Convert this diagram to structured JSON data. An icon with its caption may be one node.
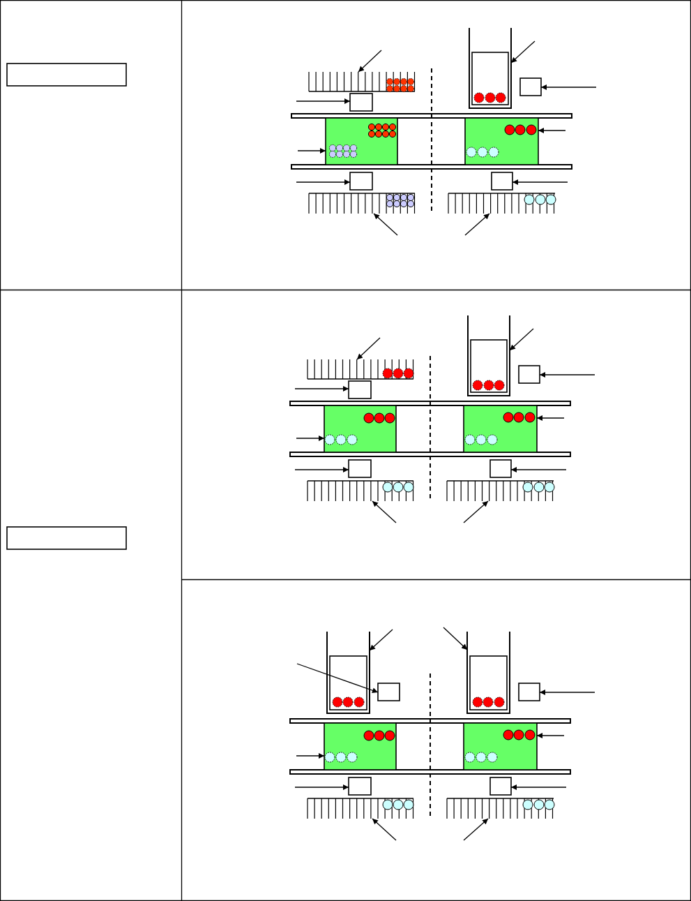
{
  "diagram": {
    "nodes": [
      {
        "text": [],
        "shape": "box"
      },
      {
        "text": [],
        "shape": "rack"
      },
      {
        "text": [],
        "shape": "box"
      },
      {
        "text": [],
        "shape": "container"
      },
      {
        "text": [],
        "shape": "box"
      },
      {
        "text": [],
        "shape": "box"
      },
      {
        "text": [],
        "shape": "box"
      },
      {
        "text": [],
        "shape": "box"
      },
      {
        "text": [],
        "shape": "box"
      },
      {
        "text": [],
        "shape": "rack"
      },
      {
        "text": [],
        "shape": "rack"
      },
      {
        "text": [],
        "shape": "rack"
      },
      {
        "text": [],
        "shape": "box"
      },
      {
        "text": [],
        "shape": "container"
      },
      {
        "text": [],
        "shape": "box"
      },
      {
        "text": [],
        "shape": "box"
      },
      {
        "text": [],
        "shape": "box"
      },
      {
        "text": [],
        "shape": "box"
      },
      {
        "text": [],
        "shape": "box"
      },
      {
        "text": [],
        "shape": "rack"
      },
      {
        "text": [],
        "shape": "rack"
      },
      {
        "text": [],
        "shape": "box"
      },
      {
        "text": [],
        "shape": "container"
      },
      {
        "text": [],
        "shape": "container"
      },
      {
        "text": [],
        "shape": "box"
      },
      {
        "text": [],
        "shape": "box"
      },
      {
        "text": [],
        "shape": "box"
      },
      {
        "text": [],
        "shape": "box"
      },
      {
        "text": [],
        "shape": "box"
      },
      {
        "text": [],
        "shape": "box"
      },
      {
        "text": [],
        "shape": "rack"
      },
      {
        "text": [],
        "shape": "rack"
      }
    ],
    "edges": [
      {
        "from": null,
        "to": 1,
        "arrow": "to"
      },
      {
        "from": null,
        "to": 2,
        "arrow": "to"
      },
      {
        "from": null,
        "to": 3,
        "arrow": "to"
      },
      {
        "from": null,
        "to": 4,
        "arrow": "to"
      },
      {
        "from": null,
        "to": 6,
        "arrow": "to"
      },
      {
        "from": null,
        "to": 5,
        "arrow": "to"
      },
      {
        "from": null,
        "to": 7,
        "arrow": "to"
      },
      {
        "from": null,
        "to": 8,
        "arrow": "to"
      },
      {
        "from": null,
        "to": 9,
        "arrow": "to"
      },
      {
        "from": null,
        "to": 10,
        "arrow": "to"
      },
      {
        "from": null,
        "to": 11,
        "arrow": "to"
      },
      {
        "from": null,
        "to": 12,
        "arrow": "to"
      },
      {
        "from": null,
        "to": 13,
        "arrow": "to"
      },
      {
        "from": null,
        "to": 14,
        "arrow": "to"
      },
      {
        "from": null,
        "to": 16,
        "arrow": "to"
      },
      {
        "from": null,
        "to": 15,
        "arrow": "to"
      },
      {
        "from": null,
        "to": 17,
        "arrow": "to"
      },
      {
        "from": null,
        "to": 18,
        "arrow": "to"
      },
      {
        "from": null,
        "to": 19,
        "arrow": "to"
      },
      {
        "from": null,
        "to": 20,
        "arrow": "to"
      },
      {
        "from": null,
        "to": 22,
        "arrow": "to"
      },
      {
        "from": null,
        "to": 23,
        "arrow": "to"
      },
      {
        "from": null,
        "to": 24,
        "arrow": "to"
      },
      {
        "from": null,
        "to": 25,
        "arrow": "to"
      },
      {
        "from": null,
        "to": 27,
        "arrow": "to"
      },
      {
        "from": null,
        "to": 26,
        "arrow": "to"
      },
      {
        "from": null,
        "to": 28,
        "arrow": "to"
      },
      {
        "from": null,
        "to": 29,
        "arrow": "to"
      },
      {
        "from": null,
        "to": 30,
        "arrow": "to"
      },
      {
        "from": null,
        "to": 31,
        "arrow": "to"
      }
    ]
  }
}
